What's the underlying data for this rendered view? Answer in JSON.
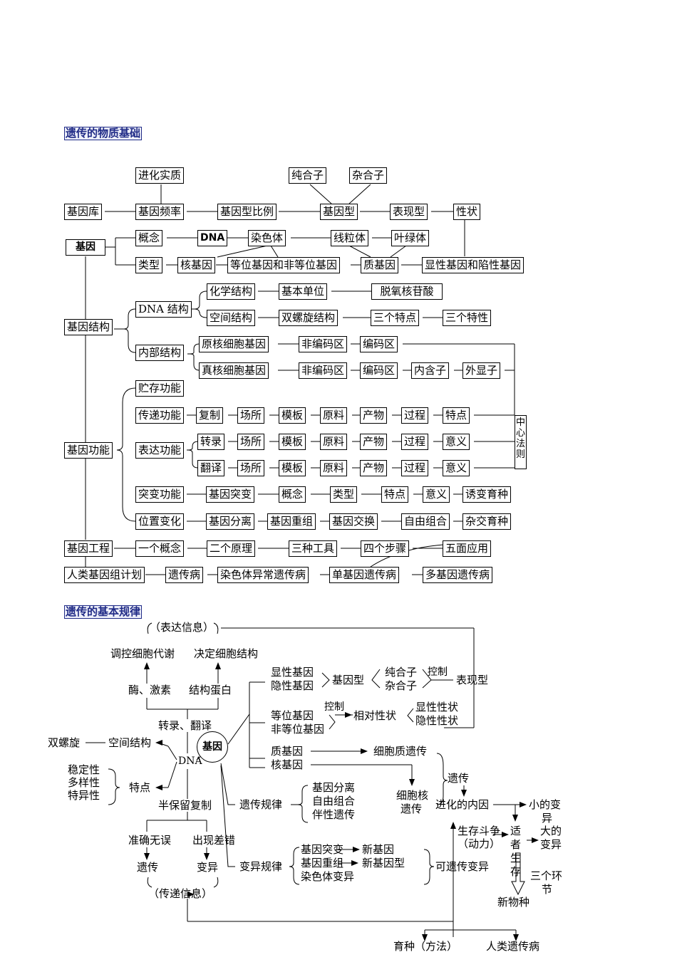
{
  "sections": {
    "material": "遗传的物质基础",
    "laws": "遗传的基本规律"
  },
  "top": {
    "evolution_essence": "进化实质",
    "homozygote": "纯合子",
    "heterozygote": "杂合子",
    "gene_pool": "基因库",
    "gene_frequency": "基因频率",
    "genotype_ratio": "基因型比例",
    "genotype": "基因型",
    "phenotype": "表现型",
    "trait": "性状",
    "gene": "基因",
    "concept": "概念",
    "dna": "DNA",
    "chromosome": "染色体",
    "mitochondria": "线粒体",
    "chloroplast": "叶绿体",
    "type": "类型",
    "nuclear_gene": "核基因",
    "allelic": "等位基因和非等位基因",
    "plasmagene": "质基因",
    "dominant_recessive": "显性基因和陷性基因",
    "gene_structure": "基因结构",
    "dna_structure": "DNA 结构",
    "chemical_structure": "化学结构",
    "basic_unit": "基本单位",
    "deoxynucleotide": "脱氧核苷酸",
    "spatial_structure": "空间结构",
    "double_helix": "双螺旋结构",
    "three_features": "三个特点",
    "three_properties": "三个特性",
    "internal_structure": "内部结构",
    "prokaryotic_gene": "原核细胞基因",
    "noncoding1": "非编码区",
    "coding1": "编码区",
    "eukaryotic_gene": "真核细胞基因",
    "noncoding2": "非编码区",
    "coding2": "编码区",
    "intron": "内含子",
    "exon": "外显子",
    "storage_function": "贮存功能",
    "gene_function": "基因功能",
    "transmit_function": "传递功能",
    "replication": "复制",
    "site1": "场所",
    "template1": "模板",
    "material1": "原料",
    "product1": "产物",
    "process1": "过程",
    "feature1": "特点",
    "central_dogma": "中心法则",
    "expression_function": "表达功能",
    "transcription": "转录",
    "site2": "场所",
    "template2": "模板",
    "material2": "原料",
    "product2": "产物",
    "process2": "过程",
    "meaning2": "意义",
    "translation": "翻译",
    "site3": "场所",
    "template3": "模板",
    "material3": "原料",
    "product3": "产物",
    "process3": "过程",
    "meaning3": "意义",
    "mutation_function": "突变功能",
    "gene_mutation": "基因突变",
    "concept2": "概念",
    "type2": "类型",
    "feature2": "特点",
    "meaning4": "意义",
    "mutation_breeding": "诱变育种",
    "position_change": "位置变化",
    "segregation": "基因分离",
    "recombination": "基因重组",
    "crossover": "基因交换",
    "free_combination": "自由组合",
    "hybrid_breeding": "杂交育种",
    "genetic_engineering": "基因工程",
    "one_concept": "一个概念",
    "two_principles": "二个原理",
    "three_tools": "三种工具",
    "four_steps": "四个步骤",
    "five_applications": "五面应用",
    "hgp": "人类基因组计划",
    "genetic_disease": "遗传病",
    "chromosomal_disease": "染色体异常遗传病",
    "monogenic": "单基因遗传病",
    "polygenic": "多基因遗传病"
  },
  "bottom": {
    "express_info": "（表达信息）",
    "regulate_metabolism": "调控细胞代谢",
    "determine_structure": "决定细胞结构",
    "enzyme_hormone": "酶、激素",
    "structural_protein": "结构蛋白",
    "transcribe_translate": "转录、翻译",
    "double_helix": "双螺旋",
    "spatial_structure": "空间结构",
    "dna": "DNA",
    "gene": "基因",
    "stability": "稳定性",
    "diversity": "多样性",
    "specificity": "特异性",
    "features": "特点",
    "semiconservative": "半保留复制",
    "accurate": "准确无误",
    "error": "出现差错",
    "heredity": "遗传",
    "variation": "变异",
    "transmit_info": "（传递信息）",
    "dominant_gene": "显性基因",
    "recessive_gene": "隐性基因",
    "genotype": "基因型",
    "homozygote": "纯合子",
    "heterozygote": "杂合子",
    "control1": "控制",
    "phenotype": "表现型",
    "allele": "等位基因",
    "non_allele": "非等位基因",
    "control2": "控制",
    "relative_trait": "相对性状",
    "dominant_trait": "显性性状",
    "recessive_trait": "隐性性状",
    "plasmagene": "质基因",
    "nuclear_gene": "核基因",
    "cytoplasmic_inheritance": "细胞质遗传",
    "nuclear_inheritance_1": "细胞核",
    "nuclear_inheritance_2": "遗传",
    "inheritance_law": "遗传规律",
    "law_segregation": "基因分离",
    "law_free": "自由组合",
    "law_linkage": "伴性遗传",
    "heredity2": "遗传",
    "internal_cause": "进化的内因",
    "small_variation_1": "小的变",
    "small_variation_2": "异",
    "struggle": "生存斗争",
    "driving_force": "（动力）",
    "fittest": [
      "适",
      "者",
      "生",
      "存"
    ],
    "large_variation_1": "大的",
    "large_variation_2": "变异",
    "three_links_1": "三个环",
    "three_links_2": "节",
    "variation_law": "变异规律",
    "var_mutation": "基因突变",
    "var_recombination": "基因重组",
    "var_chromosome": "染色体变异",
    "new_gene": "新基因",
    "new_genotype": "新基因型",
    "heritable_variation": "可遗传变异",
    "new_species": "新物种",
    "breeding": "育种（方法）",
    "human_disease": "人类遗传病"
  }
}
